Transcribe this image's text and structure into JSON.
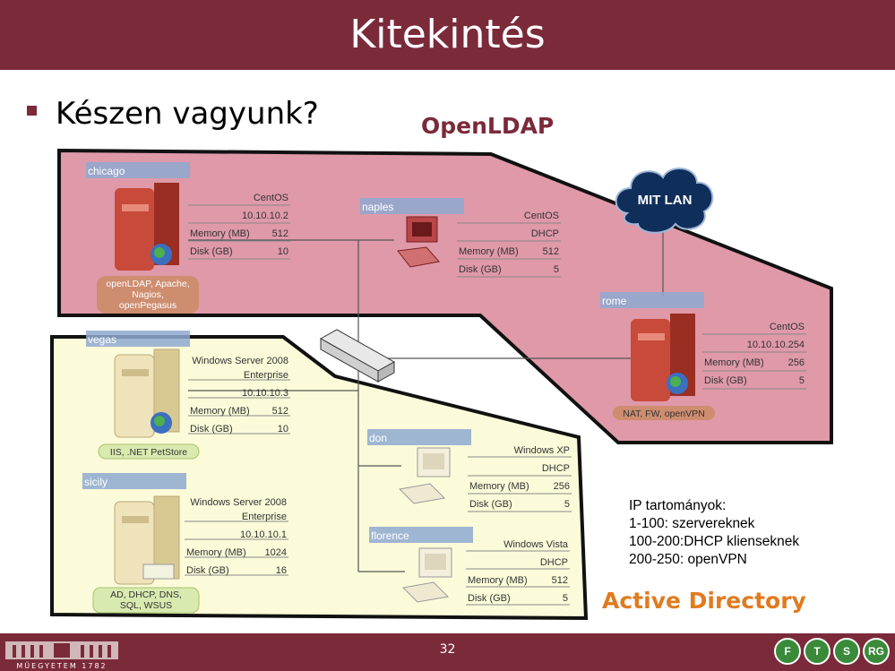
{
  "slide": {
    "title": "Kitekintés",
    "bullet": "Készen vagyunk?",
    "page_number": "32"
  },
  "zones": {
    "openldap_label": "OpenLDAP",
    "ad_label": "Active Directory",
    "cloud_label": "MIT LAN"
  },
  "hosts": {
    "chicago": {
      "name": "chicago",
      "rows": [
        "CentOS",
        "10.10.10.2"
      ],
      "memory_label": "Memory (MB)",
      "memory": "512",
      "disk_label": "Disk (GB)",
      "disk": "10",
      "services": [
        "openLDAP, Apache,",
        "Nagios,",
        "openPegasus"
      ]
    },
    "naples": {
      "name": "naples",
      "rows": [
        "CentOS",
        "DHCP"
      ],
      "memory_label": "Memory (MB)",
      "memory": "512",
      "disk_label": "Disk (GB)",
      "disk": "5"
    },
    "rome": {
      "name": "rome",
      "rows": [
        "CentOS",
        "10.10.10.254"
      ],
      "memory_label": "Memory (MB)",
      "memory": "256",
      "disk_label": "Disk (GB)",
      "disk": "5",
      "services": [
        "NAT, FW, openVPN"
      ]
    },
    "vegas": {
      "name": "vegas",
      "rows": [
        "Windows Server 2008",
        "Enterprise",
        "10.10.10.3"
      ],
      "memory_label": "Memory (MB)",
      "memory": "512",
      "disk_label": "Disk (GB)",
      "disk": "10",
      "services": [
        "IIS, .NET PetStore"
      ]
    },
    "don": {
      "name": "don",
      "rows": [
        "Windows XP",
        "DHCP"
      ],
      "memory_label": "Memory (MB)",
      "memory": "256",
      "disk_label": "Disk (GB)",
      "disk": "5"
    },
    "sicily": {
      "name": "sicily",
      "rows": [
        "Windows Server 2008",
        "Enterprise",
        "10.10.10.1"
      ],
      "memory_label": "Memory (MB)",
      "memory": "1024",
      "disk_label": "Disk (GB)",
      "disk": "16",
      "services": [
        "AD, DHCP, DNS,",
        "SQL, WSUS"
      ]
    },
    "florence": {
      "name": "florence",
      "rows": [
        "Windows Vista",
        "DHCP"
      ],
      "memory_label": "Memory (MB)",
      "memory": "512",
      "disk_label": "Disk (GB)",
      "disk": "5"
    }
  },
  "ip_ranges": {
    "heading": "IP tartományok:",
    "lines": [
      "1-100: szervereknek",
      "100-200:DHCP klienseknek",
      "200-250: openVPN"
    ]
  },
  "footer": {
    "university_caption": "MŰEGYETEM 1782",
    "badges": [
      "F",
      "T",
      "S",
      "RG"
    ]
  },
  "colors": {
    "maroon": "#7b2a3a",
    "openldap_fill": "#d9879a",
    "ad_fill": "#fafad2",
    "label_bar": "#8ea9d0",
    "ad_orange": "#e07b1f"
  }
}
